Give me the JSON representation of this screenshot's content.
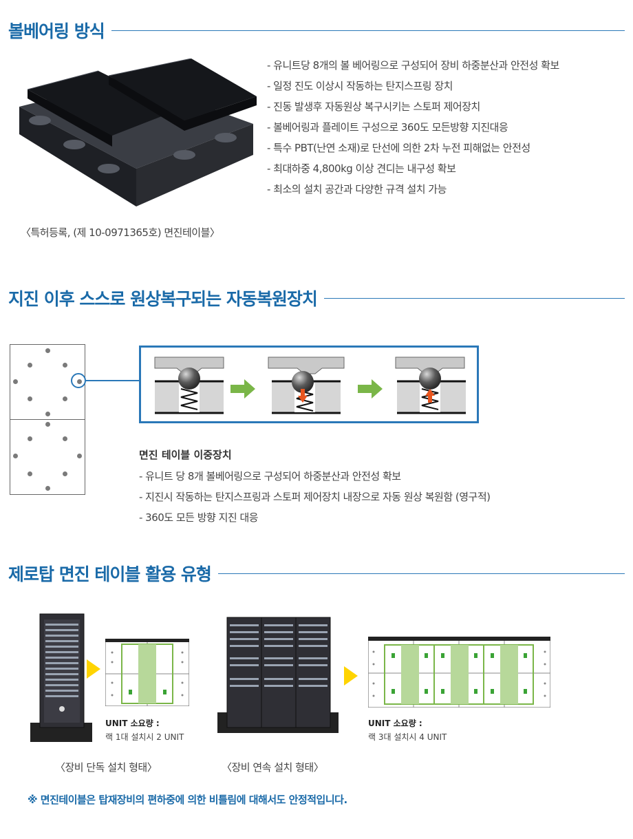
{
  "section1": {
    "title": "볼베어링 방식",
    "features": [
      "- 유니트당 8개의 볼 베어링으로 구성되어 장비 하중분산과 안전성 확보",
      "- 일정 진도 이상시 작동하는 탄지스프링 장치",
      "- 진동 발생후 자동원상 복구시키는 스토퍼 제어장치",
      "- 볼베어링과 플레이트 구성으로 360도 모든방향 지진대응",
      "- 특수 PBT(난연 소재)로 단선에 의한 2차 누전 피해없는 안전성",
      "- 최대하중 4,800kg 이상 견디는 내구성 확보",
      "- 최소의 설치 공간과 다양한 규격 설치 가능"
    ],
    "caption": "〈특허등록, (제 10-0971365호) 면진테이블〉"
  },
  "section2": {
    "title": "지진 이후 스스로 원상복구되는 자동복원장치",
    "subheading": "면진 테이블 이중장치",
    "features": [
      "- 유니트 당 8개 볼베어링으로 구성되어 하중분산과 안전성 확보",
      "- 지진시 작동하는 탄지스프링과 스토퍼 제어장치 내장으로 자동 원상 복원함 (영구적)",
      "- 360도 모든 방향 지진 대응"
    ]
  },
  "section3": {
    "title": "제로탑 면진 테이블 활용 유형",
    "single": {
      "unit_label": "UNIT 소요량 :",
      "unit_desc": "랙 1대 설치시 2 UNIT",
      "caption": "〈장비 단독 설치 형태〉"
    },
    "multi": {
      "unit_label": "UNIT 소요량 :",
      "unit_desc": "랙 3대 설치시 4 UNIT",
      "caption": "〈장비 연속 설치 형태〉"
    },
    "footnote": "※ 면진테이블은 탑재장비의 편하중에 의한 비틀림에 대해서도 안정적입니다."
  },
  "colors": {
    "accent": "#1a6aa8",
    "green": "#7ab648",
    "yellow": "#ffd400",
    "arrow_orange": "#e8551e"
  }
}
